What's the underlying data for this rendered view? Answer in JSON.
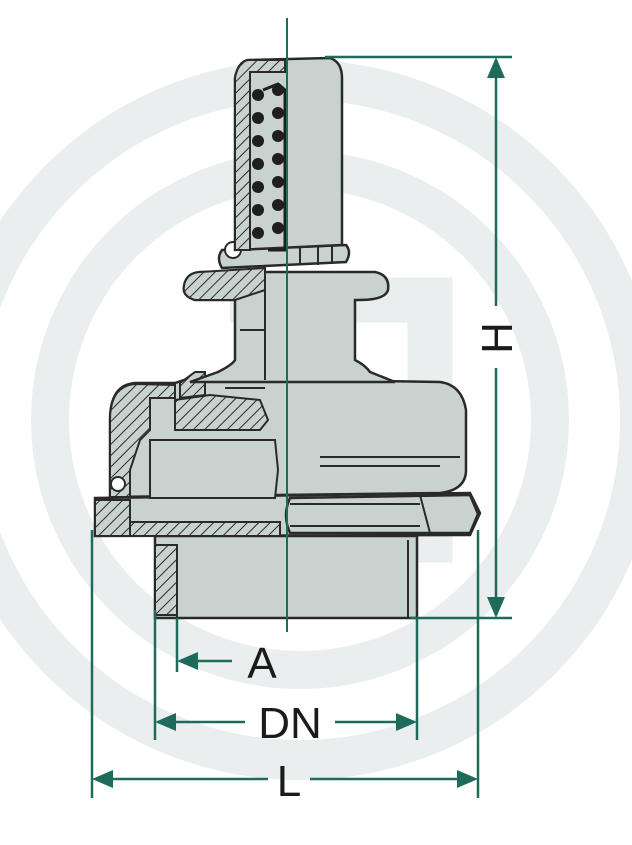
{
  "diagram": {
    "labels": {
      "height": "H",
      "thread": "A",
      "nominal": "DN",
      "length": "L"
    },
    "colors": {
      "dimension_line": "#1e6b5b",
      "outline": "#2a2a2a",
      "body_fill": "#c8d3d0",
      "hatch": "#2a2a2a",
      "watermark": "#e9ecec"
    },
    "icons": [
      "brand-watermark"
    ]
  }
}
